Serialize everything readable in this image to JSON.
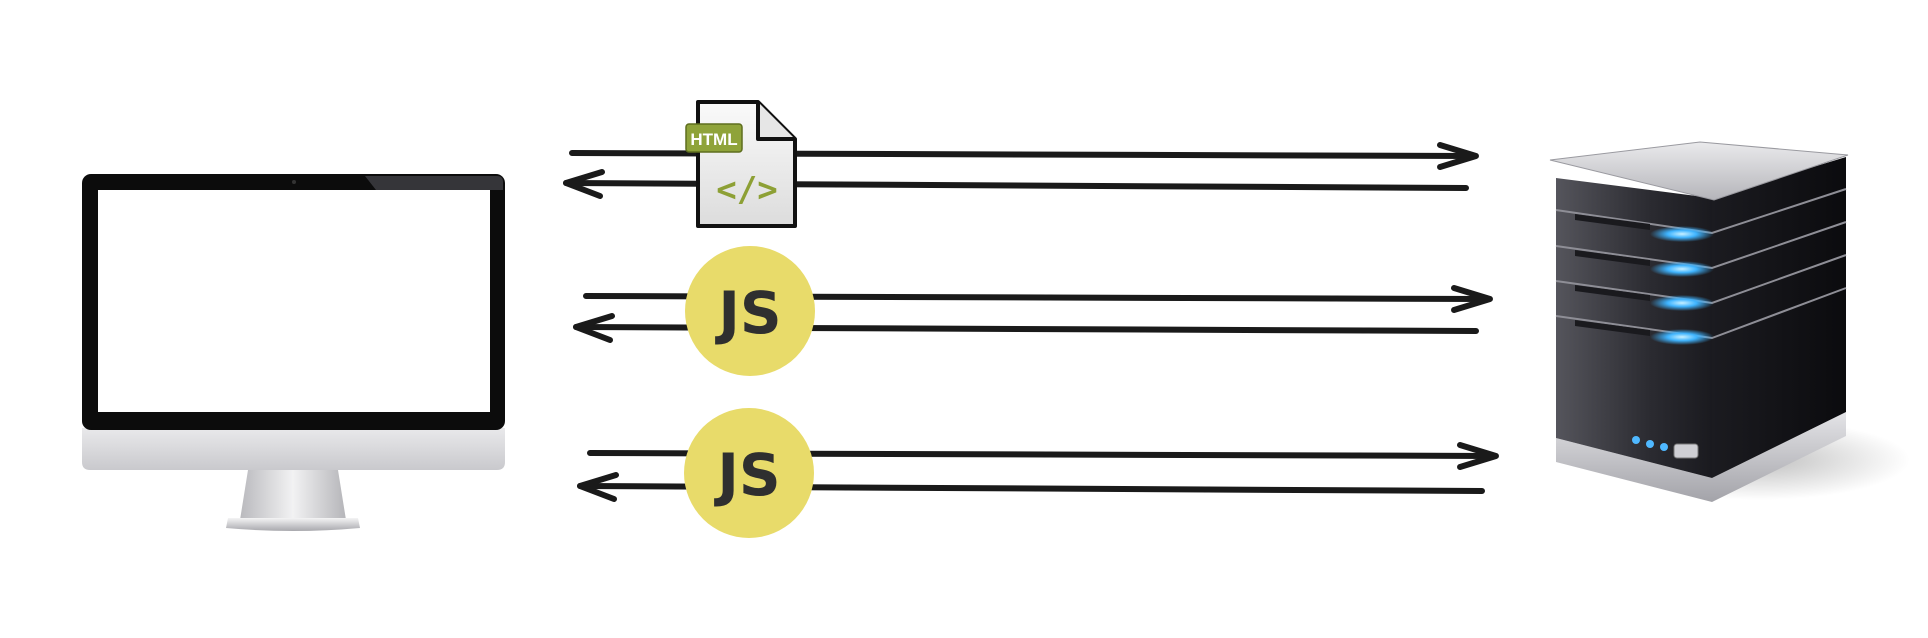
{
  "html_badge": {
    "icon": "html-file-icon",
    "tag_text": "HTML",
    "code_symbol": "</>",
    "tag_color": "#8fa33a",
    "code_color": "#8da035"
  },
  "js_badges": [
    {
      "label": "JS",
      "color": "#e8db6a"
    },
    {
      "label": "JS",
      "color": "#e8db6a"
    }
  ],
  "client": {
    "icon": "desktop-monitor-icon"
  },
  "server": {
    "icon": "server-tower-icon"
  },
  "arrows": {
    "stroke_color": "#1a1a1a",
    "directions": [
      "to-server",
      "to-client"
    ]
  }
}
